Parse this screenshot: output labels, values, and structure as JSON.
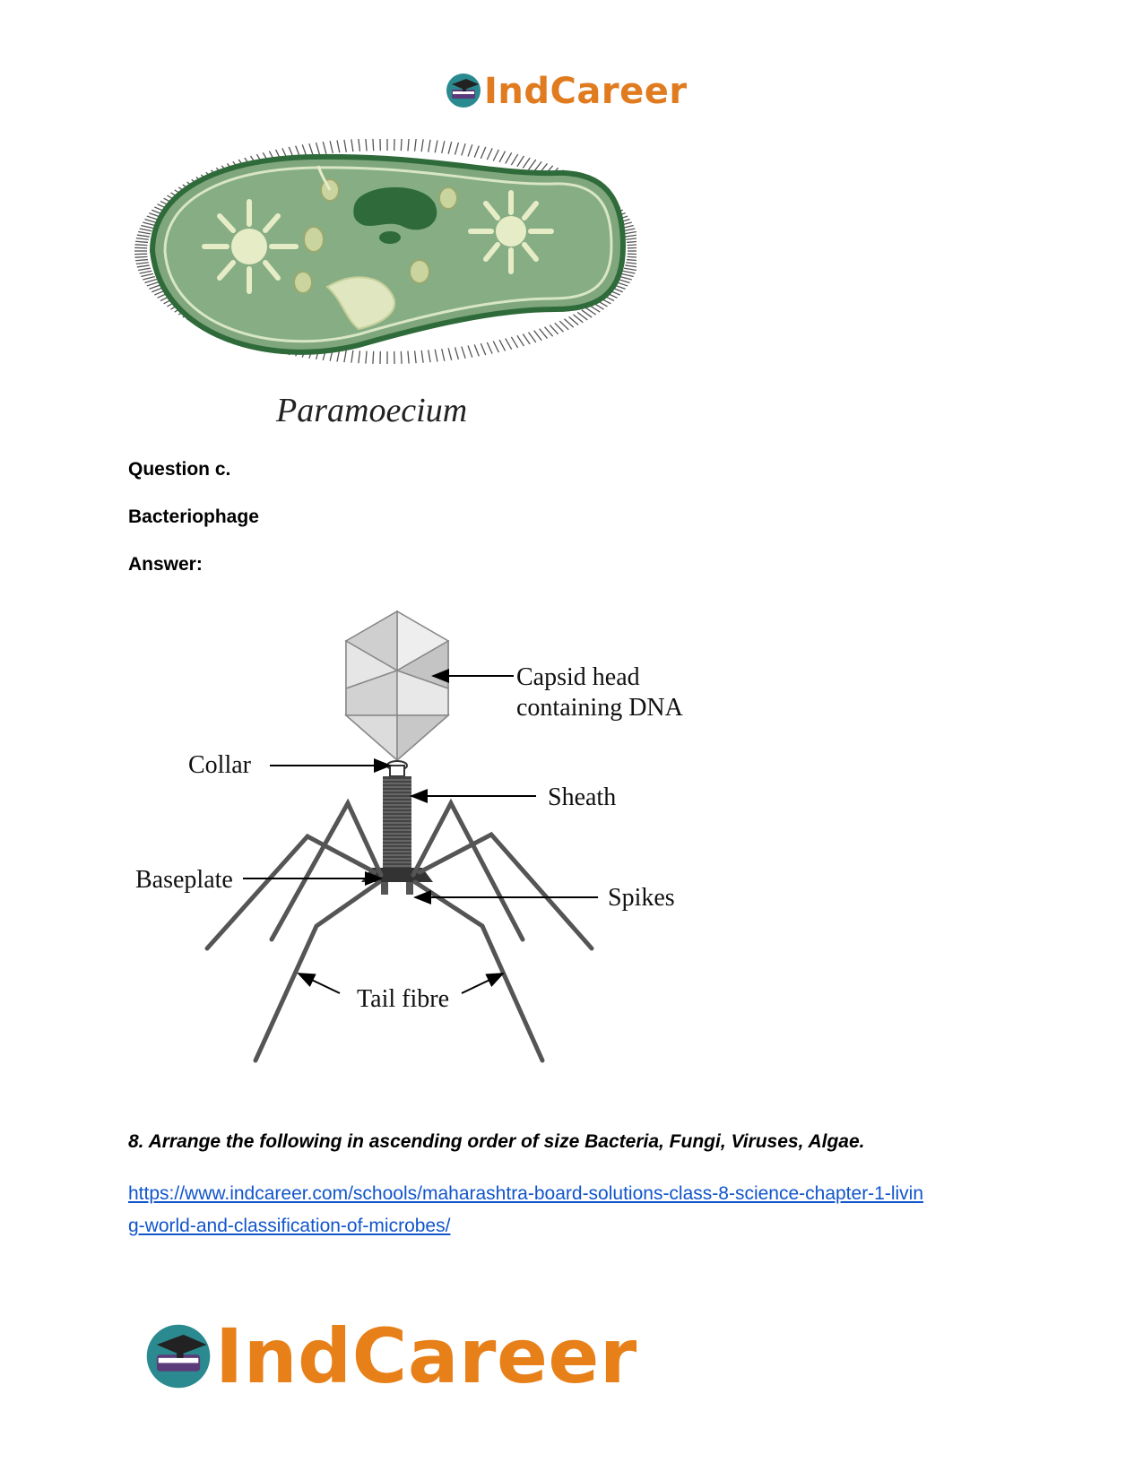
{
  "header": {
    "logo": {
      "text": "IndCareer",
      "icon": "graduation-book-icon"
    }
  },
  "paramecium": {
    "caption": "Paramoecium"
  },
  "question": {
    "label": "Question c.",
    "topic": "Bacteriophage",
    "answer_label": "Answer:"
  },
  "bacteriophage": {
    "labels": {
      "capsid_line1": "Capsid head",
      "capsid_line2": "containing DNA",
      "collar": "Collar",
      "sheath": "Sheath",
      "baseplate": "Baseplate",
      "spikes": "Spikes",
      "tail_fibre": "Tail fibre"
    }
  },
  "question8": {
    "text": "8. Arrange the following in ascending order of size Bacteria, Fungi, Viruses, Algae."
  },
  "footer": {
    "link_line1": "https://www.indcareer.com/schools/maharashtra-board-solutions-class-8-science-chapter-1-livin",
    "link_line2": "g-world-and-classification-of-microbes/",
    "logo": {
      "text": "IndCareer",
      "icon": "graduation-book-icon"
    }
  },
  "colors": {
    "brand_orange": "#e07b1f",
    "link_blue": "#1155cc",
    "cell_green": "#7fa67c",
    "cell_dark": "#2f6b3a"
  }
}
